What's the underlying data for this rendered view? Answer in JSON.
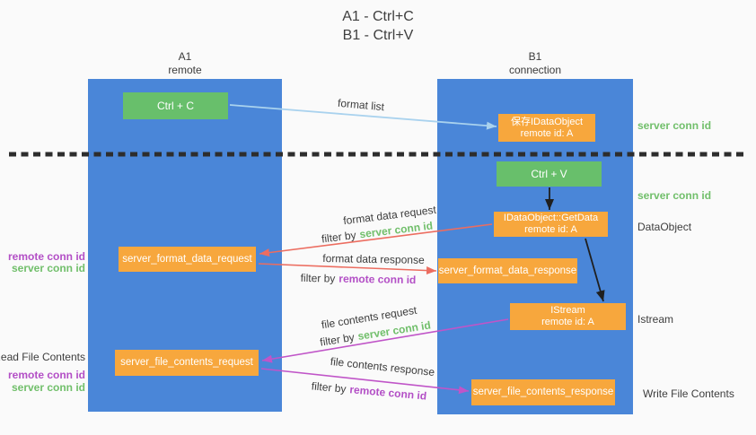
{
  "title": {
    "line1": "A1 - Ctrl+C",
    "line2": "B1 - Ctrl+V"
  },
  "lanes": {
    "a1": {
      "name": "A1",
      "role": "remote"
    },
    "b1": {
      "name": "B1",
      "role": "connection"
    }
  },
  "nodes": {
    "ctrl_c": {
      "label": "Ctrl + C"
    },
    "save_dataobject": {
      "line1": "保存IDataObject",
      "line2": "remote id: A"
    },
    "ctrl_v": {
      "label": "Ctrl + V"
    },
    "getdata": {
      "line1": "IDataObject::GetData",
      "line2": "remote id: A"
    },
    "format_request": {
      "label": "server_format_data_request"
    },
    "format_response": {
      "label": "server_format_data_response"
    },
    "istream": {
      "line1": "IStream",
      "line2": "remote id: A"
    },
    "file_request": {
      "label": "server_file_contents_request"
    },
    "file_response": {
      "label": "server_file_contents_response"
    }
  },
  "edges": {
    "format_list": "format list",
    "format_data_request": "format data request",
    "format_data_response": "format data response",
    "file_contents_request": "file contents request",
    "file_contents_response": "file contents response",
    "filter_by": "filter by"
  },
  "ids": {
    "server_conn_id": "server conn id",
    "remote_conn_id": "remote conn id"
  },
  "side_labels": {
    "dataobject": "DataObject",
    "istream": "Istream",
    "read_file_contents": "Read File Contents",
    "write_file_contents": "Write File Contents"
  },
  "colors": {
    "bg": "#fafafa",
    "lane_blue": "#4a86d8",
    "node_green": "#68bf6b",
    "node_orange": "#f7a73d",
    "arrow_blue": "#a9d2ee",
    "arrow_red": "#ec6d60",
    "arrow_magenta": "#c055c8",
    "arrow_black": "#1f1f1f",
    "text_green": "#71bf6b",
    "text_purple": "#b34fc6",
    "text_dark": "#3d3d3d"
  }
}
